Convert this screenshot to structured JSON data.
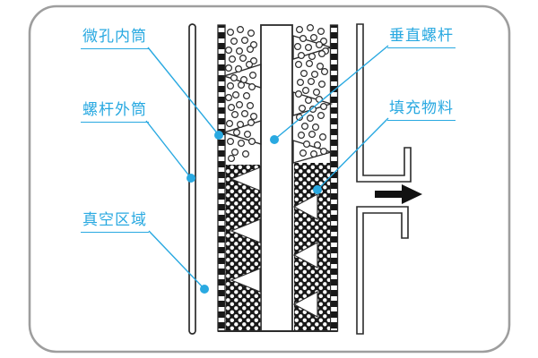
{
  "diagram": {
    "type": "vertical-screw-vacuum-dryer-schematic",
    "labels": [
      {
        "id": "inner-tube",
        "text": "微孔内筒"
      },
      {
        "id": "outer-tube",
        "text": "螺杆外筒"
      },
      {
        "id": "vacuum-zone",
        "text": "真空区域"
      },
      {
        "id": "vertical-screw",
        "text": "垂直螺杆"
      },
      {
        "id": "fill-material",
        "text": "填充物料"
      }
    ],
    "arrow": {
      "direction": "right"
    },
    "colors": {
      "accent": "#29a9e1",
      "line": "#2b2b2b",
      "frame": "#9e9e9e",
      "arrow": "#111111"
    }
  }
}
